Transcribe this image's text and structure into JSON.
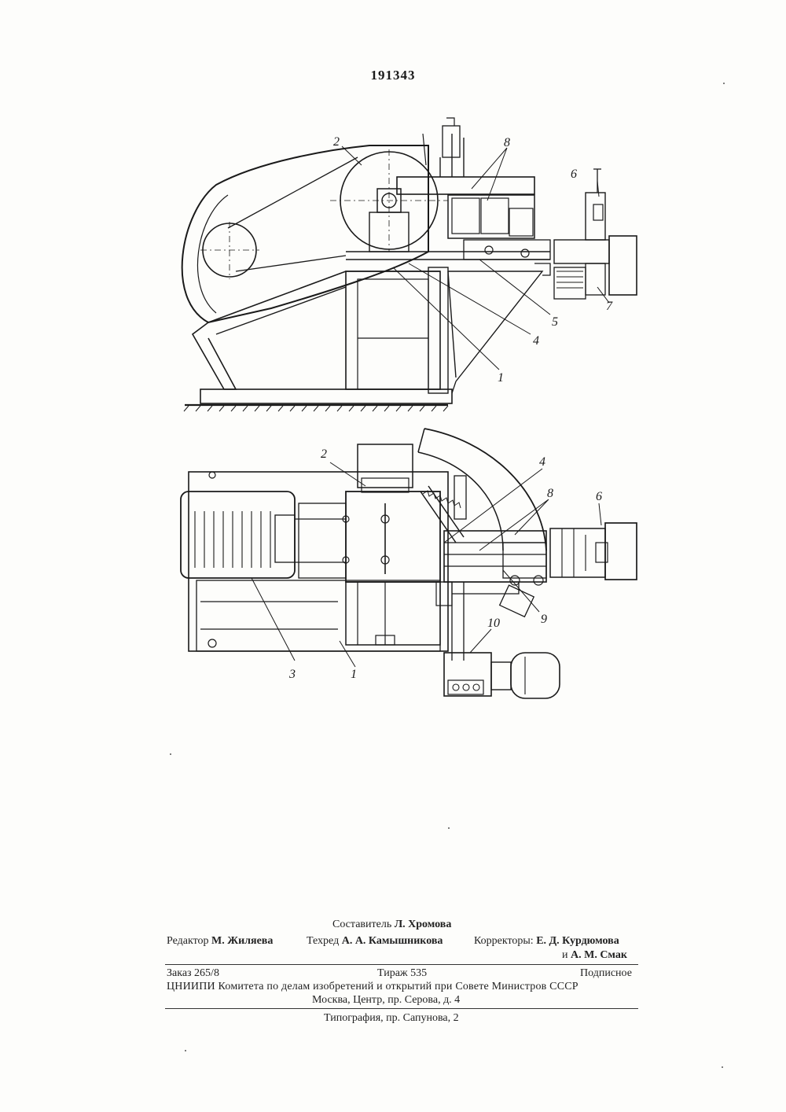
{
  "patent_number": "191343",
  "figure_callouts": {
    "side_view": [
      "2",
      "8",
      "6",
      "7",
      "5",
      "4",
      "1"
    ],
    "top_view": [
      "2",
      "4",
      "8",
      "6",
      "9",
      "10",
      "3",
      "1"
    ]
  },
  "colophon": {
    "compiler_label": "Составитель",
    "compiler_name": "Л. Хромова",
    "editor_label": "Редактор",
    "editor_name": "М. Жиляева",
    "techred_label": "Техред",
    "techred_name": "А. А. Камышникова",
    "correctors_label": "Корректоры:",
    "corrector_1": "Е. Д. Курдюмова",
    "corrector_2_prefix": "и",
    "corrector_2": "А. М. Смак",
    "order": "Заказ 265/8",
    "print_run": "Тираж 535",
    "subscription": "Подписное",
    "institute": "ЦНИИПИ Комитета по делам изобретений и открытий при Совете Министров СССР",
    "address": "Москва, Центр, пр. Серова, д. 4",
    "printing_house": "Типография, пр. Сапунова, 2"
  }
}
